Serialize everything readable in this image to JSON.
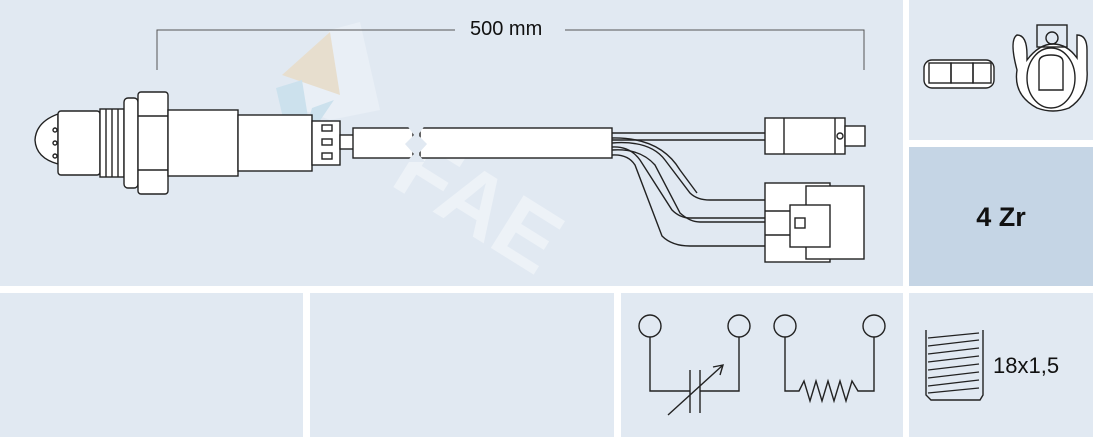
{
  "dimension": {
    "length_label": "500 mm"
  },
  "wire_spec": {
    "label": "4 Zr"
  },
  "thread": {
    "label": "18x1,5"
  },
  "watermark": {
    "text": "FAE"
  },
  "colors": {
    "panel": "#e1e9f2",
    "highlight_panel": "#c5d5e5",
    "line": "#222222"
  },
  "icons": [
    "oxygen-sensor-drawing",
    "connector-front-views",
    "sensor-element-symbol",
    "heater-resistor-symbol",
    "thread-icon"
  ]
}
